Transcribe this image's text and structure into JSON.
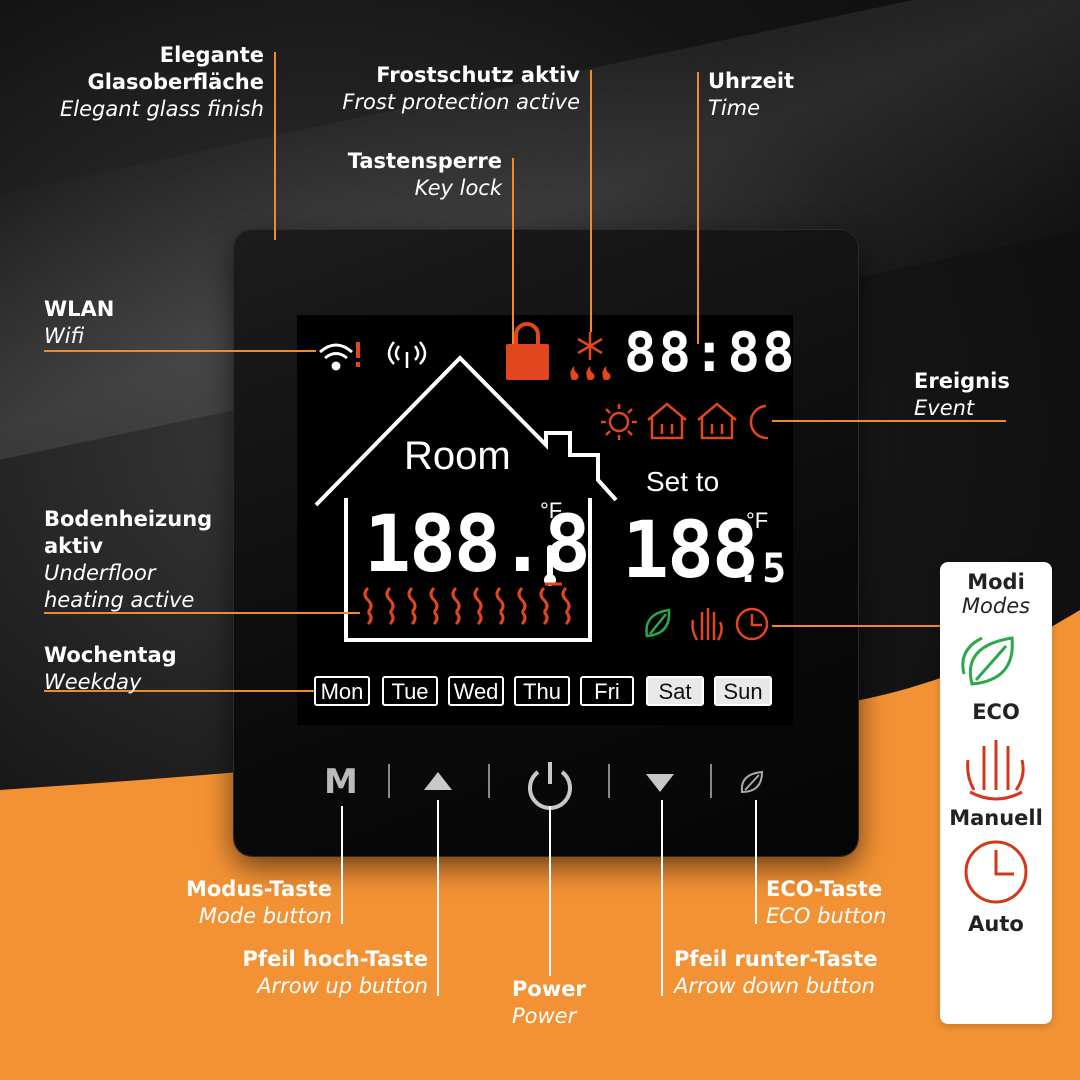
{
  "annotations": {
    "glass": {
      "de": "Elegante\nGlasoberfläche",
      "en": "Elegant glass finish"
    },
    "frost": {
      "de": "Frostschutz aktiv",
      "en": "Frost protection active"
    },
    "time": {
      "de": "Uhrzeit",
      "en": "Time"
    },
    "keylock": {
      "de": "Tastensperre",
      "en": "Key lock"
    },
    "wifi": {
      "de": "WLAN",
      "en": "Wifi"
    },
    "event": {
      "de": "Ereignis",
      "en": "Event"
    },
    "floor": {
      "de": "Bodenheizung\naktiv",
      "en": "Underfloor\nheating active"
    },
    "weekday": {
      "de": "Wochentag",
      "en": "Weekday"
    },
    "mode_btn": {
      "de": "Modus-Taste",
      "en": "Mode button"
    },
    "up_btn": {
      "de": "Pfeil hoch-Taste",
      "en": "Arrow up button"
    },
    "power": {
      "de": "Power",
      "en": "Power"
    },
    "down_btn": {
      "de": "Pfeil runter-Taste",
      "en": "Arrow down button"
    },
    "eco_btn": {
      "de": "ECO-Taste",
      "en": "ECO button"
    }
  },
  "display": {
    "clock": "88:88",
    "room_label": "Room",
    "room_temp": "188.8",
    "room_unit": "°F",
    "set_label": "Set to",
    "set_temp": "188",
    "set_decimal": ".5",
    "set_unit": "°F",
    "days": [
      "Mon",
      "Tue",
      "Wed",
      "Thu",
      "Fri",
      "Sat",
      "Sun"
    ]
  },
  "buttons": {
    "mode": "M"
  },
  "modes_panel": {
    "title_de": "Modi",
    "title_en": "Modes",
    "items": [
      {
        "label": "ECO",
        "icon": "leaf-icon",
        "color": "#2aa84a"
      },
      {
        "label": "Manuell",
        "icon": "hand-icon",
        "color": "#d2381c"
      },
      {
        "label": "Auto",
        "icon": "clock-icon",
        "color": "#d2381c"
      }
    ]
  },
  "colors": {
    "accent": "#f39234",
    "lcd_red": "#e2461f",
    "eco_green": "#2aa84a"
  }
}
